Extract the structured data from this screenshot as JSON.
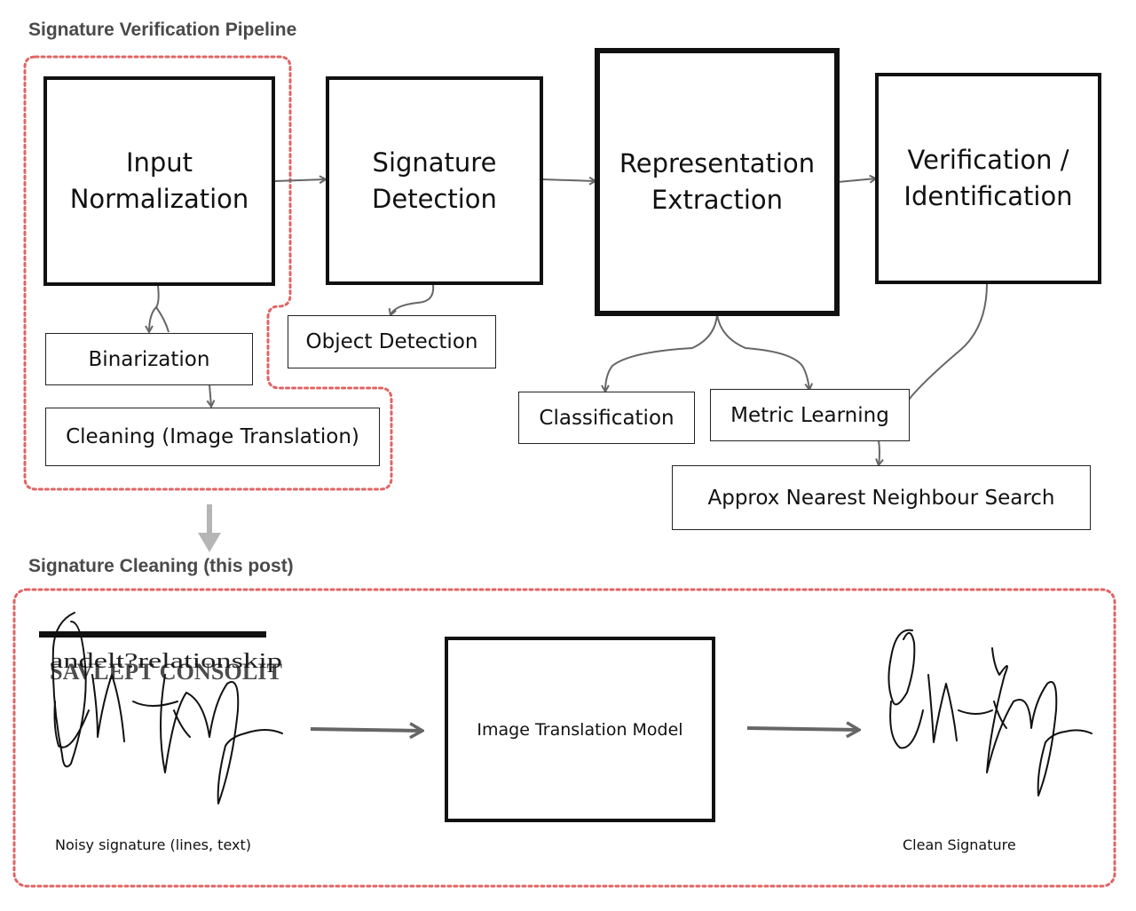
{
  "pipeline": {
    "title": "Signature Verification Pipeline",
    "stages": [
      {
        "line1": "Input",
        "line2": "Normalization"
      },
      {
        "line1": "Signature",
        "line2": "Detection"
      },
      {
        "line1": "Representation",
        "line2": "Extraction"
      },
      {
        "line1": "Verification /",
        "line2": "Identification"
      }
    ],
    "substeps": {
      "binarization": "Binarization",
      "cleaning": "Cleaning (Image Translation)",
      "object_detection": "Object Detection",
      "classification": "Classification",
      "metric_learning": "Metric Learning",
      "ann_search": "Approx Nearest Neighbour Search"
    }
  },
  "cleaning": {
    "title": "Signature Cleaning (this post)",
    "model_label": "Image Translation Model",
    "noisy_caption": "Noisy signature (lines, text)",
    "clean_caption": "Clean Signature",
    "noisy_overlay_text_1": "andelt?relationskip",
    "noisy_overlay_text_2": "SAVLEPT CONSOLIT"
  },
  "colors": {
    "highlight_border": "#e06464",
    "arrow": "#666666",
    "down_arrow": "#b5b5b5"
  }
}
